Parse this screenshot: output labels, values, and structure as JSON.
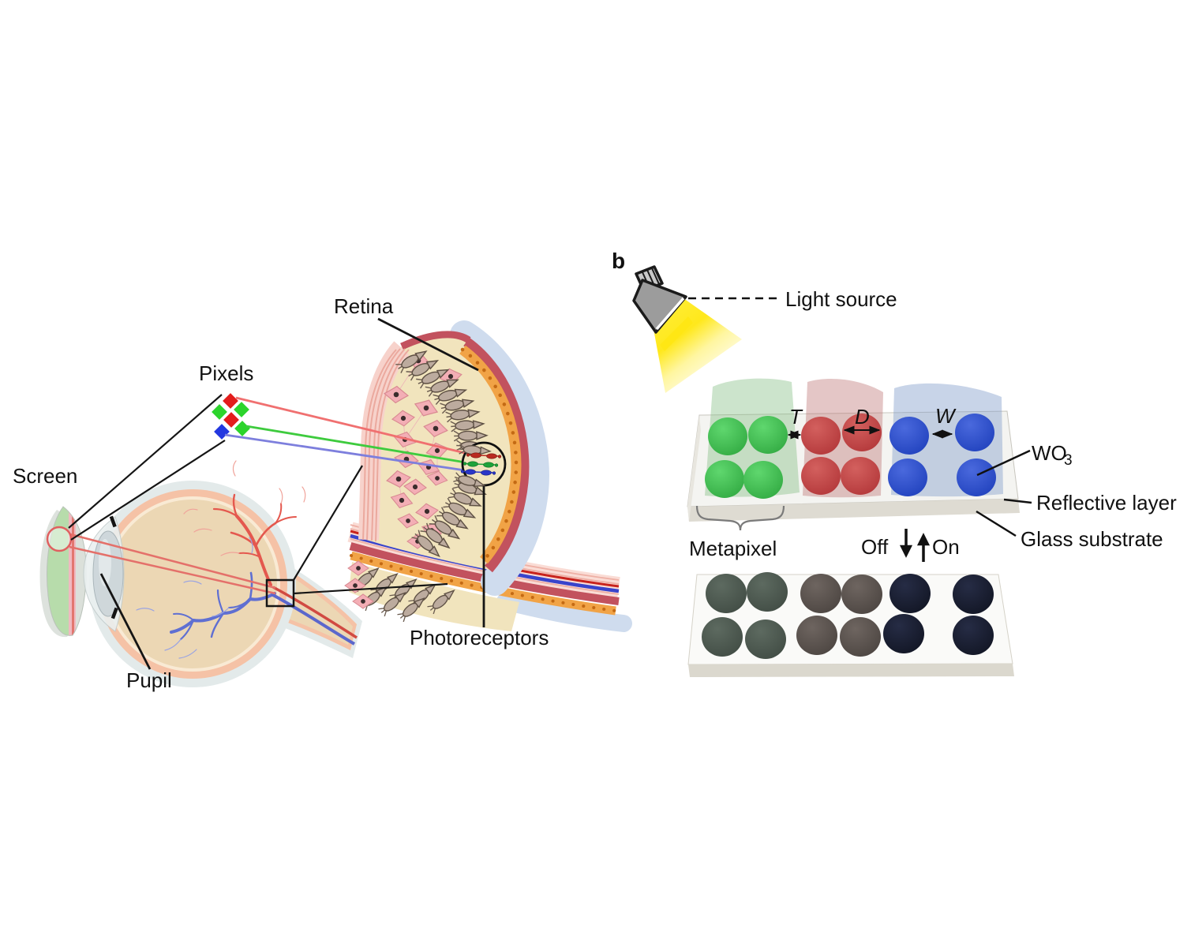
{
  "figure": {
    "panel_b_tag": "b",
    "eye_panel": {
      "retina_label": "Retina",
      "pixels_label": "Pixels",
      "screen_label": "Screen",
      "pupil_label": "Pupil",
      "photoreceptors_label": "Photoreceptors"
    },
    "device_panel": {
      "light_source_label": "Light source",
      "gap_dim": "T",
      "diameter_dim": "D",
      "spacing_dim": "W",
      "material_label": "WO",
      "material_subscript": "3",
      "reflective_layer_label": "Reflective layer",
      "glass_substrate_label": "Glass substrate",
      "metapixel_label": "Metapixel",
      "off_label": "Off",
      "on_label": "On",
      "colors": {
        "pixel_on_green": "#3cc24d",
        "pixel_on_red": "#c64142",
        "pixel_on_blue": "#2a4fd2",
        "pixel_off_green": "#4a554c",
        "pixel_off_red": "#5a514c",
        "pixel_off_blue": "#191e31",
        "beam_yellow": "#ffe81c"
      }
    },
    "screen_pixel_colors": {
      "red": "#e31d1c",
      "green": "#2cd42c",
      "blue": "#2438e0"
    }
  }
}
